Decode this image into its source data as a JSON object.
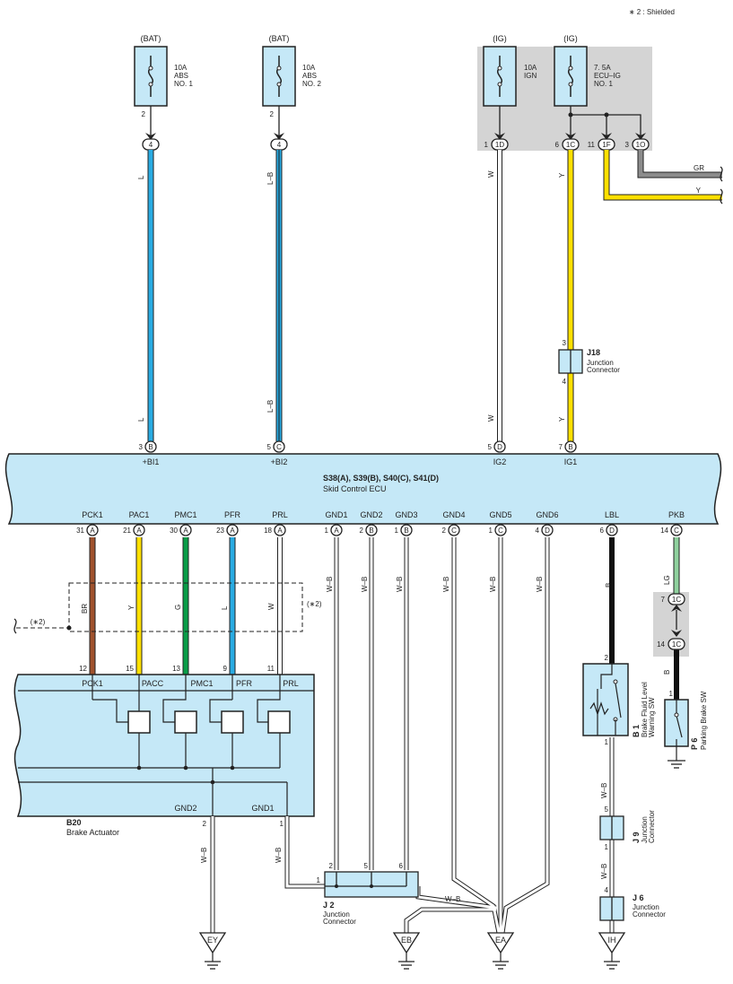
{
  "note": "∗ 2 : Shielded",
  "ecu": {
    "codes": "S38(A), S39(B), S40(C), S41(D)",
    "name": "Skid Control ECU",
    "top_pins": [
      {
        "num": "3",
        "conn": "B",
        "label": "+BI1"
      },
      {
        "num": "5",
        "conn": "C",
        "label": "+BI2"
      },
      {
        "num": "5",
        "conn": "D",
        "label": "IG2"
      },
      {
        "num": "7",
        "conn": "B",
        "label": "IG1"
      }
    ],
    "bottom_pins": [
      {
        "num": "31",
        "conn": "A",
        "label": "PCK1",
        "wire": "BR"
      },
      {
        "num": "21",
        "conn": "A",
        "label": "PAC1",
        "wire": "Y"
      },
      {
        "num": "30",
        "conn": "A",
        "label": "PMC1",
        "wire": "G"
      },
      {
        "num": "23",
        "conn": "A",
        "label": "PFR",
        "wire": "L"
      },
      {
        "num": "18",
        "conn": "A",
        "label": "PRL",
        "wire": "W"
      },
      {
        "num": "1",
        "conn": "A",
        "label": "GND1",
        "wire": "W–B"
      },
      {
        "num": "2",
        "conn": "B",
        "label": "GND2",
        "wire": "W–B"
      },
      {
        "num": "1",
        "conn": "B",
        "label": "GND3",
        "wire": "W–B"
      },
      {
        "num": "2",
        "conn": "C",
        "label": "GND4",
        "wire": "W–B"
      },
      {
        "num": "1",
        "conn": "C",
        "label": "GND5",
        "wire": "W–B"
      },
      {
        "num": "4",
        "conn": "D",
        "label": "GND6",
        "wire": "W–B"
      },
      {
        "num": "6",
        "conn": "D",
        "label": "LBL",
        "wire": "B"
      },
      {
        "num": "14",
        "conn": "C",
        "label": "PKB",
        "wire": "LG"
      }
    ]
  },
  "fuses": [
    {
      "source": "(BAT)",
      "name": "10A\nABS\nNO. 1",
      "pin": "2",
      "conn": "4",
      "wire_top": "L",
      "wire_bottom": "L"
    },
    {
      "source": "(BAT)",
      "name": "10A\nABS\nNO. 2",
      "pin": "2",
      "conn": "4",
      "wire_top": "L–B",
      "wire_bottom": "L–B"
    },
    {
      "source": "(IG)",
      "name": "10A\nIGN",
      "pin": "1",
      "conn": "1D",
      "wire_top": "W",
      "wire_bottom": "W"
    },
    {
      "source": "(IG)",
      "name": "7. 5A\nECU–IG\nNO. 1",
      "pin": "6",
      "conn": "1C",
      "wire_top": "Y",
      "wire_bottom": "Y"
    }
  ],
  "ecuig_extra": [
    {
      "pin": "11",
      "conn": "1F",
      "wire": "Y"
    },
    {
      "pin": "3",
      "conn": "1O",
      "wire": "GR"
    }
  ],
  "j18": {
    "code": "J18",
    "name": "Junction\nConnector",
    "pin_top": "3",
    "pin_bottom": "4"
  },
  "b20": {
    "code": "B20",
    "name": "Brake Actuator",
    "pins": [
      {
        "num": "12",
        "label": "PCK1"
      },
      {
        "num": "15",
        "label": "PACC"
      },
      {
        "num": "13",
        "label": "PMC1"
      },
      {
        "num": "9",
        "label": "PFR"
      },
      {
        "num": "11",
        "label": "PRL"
      }
    ],
    "gnd": [
      {
        "num": "2",
        "label": "GND2",
        "wire": "W–B"
      },
      {
        "num": "1",
        "label": "GND1",
        "wire": "W–B"
      }
    ]
  },
  "shield_label": "(∗2)",
  "j2": {
    "code": "J 2",
    "name": "Junction\nConnector",
    "pins": [
      "1",
      "2",
      "5",
      "6"
    ]
  },
  "wb_label": "W–B",
  "b1": {
    "code": "B 1",
    "name": "Brake Fluid Level\nWarning SW",
    "pin_top": "2",
    "pin_bottom": "1",
    "wire": "W–B"
  },
  "p6": {
    "code": "P 6",
    "name": "Parking Brake SW",
    "pin": "1",
    "wire": "B"
  },
  "pkb_conn": [
    {
      "pin": "7",
      "conn": "1C"
    },
    {
      "pin": "14",
      "conn": "1C"
    }
  ],
  "j9": {
    "code": "J 9",
    "name": "Junction\nConnector",
    "pin_top": "5",
    "pin_bottom": "1",
    "wire": "W–B"
  },
  "j6": {
    "code": "J 6",
    "name": "Junction\nConnector",
    "pin_top": "4"
  },
  "grounds": [
    "EY",
    "EB",
    "EA",
    "IH"
  ],
  "colors": {
    "blue": "#29abe2",
    "yellow": "#ffe000",
    "brown": "#a0522d",
    "green": "#0a9d48",
    "black": "#111111",
    "gray": "#8c8c8c",
    "lightgreen": "#8fd19e",
    "ecu_fill": "#c5e8f7",
    "shade": "#d4d4d4"
  }
}
